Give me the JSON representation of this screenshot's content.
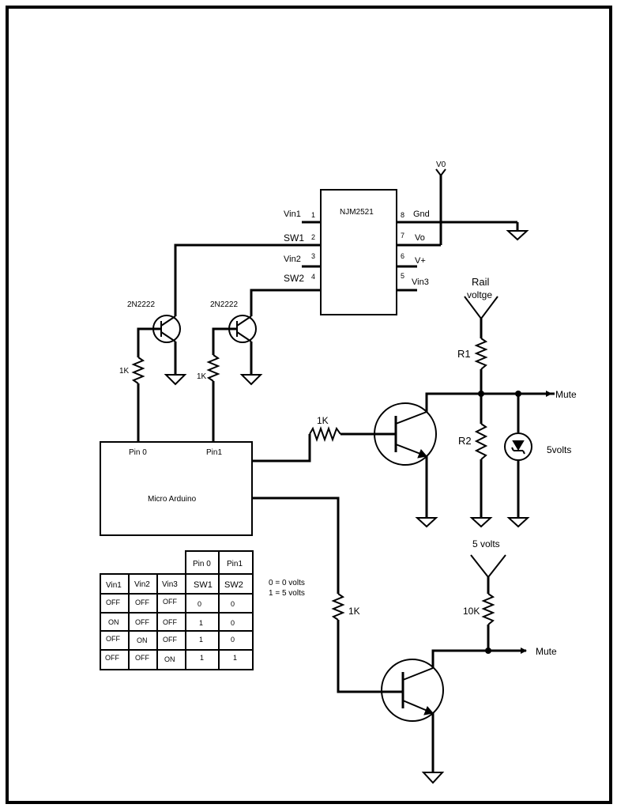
{
  "ic": {
    "name": "NJM2521",
    "pins_left": [
      {
        "num": "1",
        "label": "Vin1"
      },
      {
        "num": "2",
        "label": "SW1"
      },
      {
        "num": "3",
        "label": "Vin2"
      },
      {
        "num": "4",
        "label": "SW2"
      }
    ],
    "pins_right": [
      {
        "num": "8",
        "label": "Gnd"
      },
      {
        "num": "7",
        "label": "Vo"
      },
      {
        "num": "6",
        "label": "V+"
      },
      {
        "num": "5",
        "label": "Vin3"
      }
    ]
  },
  "labels": {
    "v0": "V0",
    "q1_type": "2N2222",
    "q2_type": "2N2222",
    "r_q1_base": "1K",
    "r_q2_base": "1K",
    "r_mid_base": "1K",
    "r_low_base": "1K",
    "rail_line1": "Rail",
    "rail_line2": "voltge",
    "r1": "R1",
    "r2": "R2",
    "zener": "5volts",
    "mute_top": "Mute",
    "mute_bottom": "Mute",
    "five_volts": "5 volts",
    "r_10k": "10K"
  },
  "arduino": {
    "name": "Micro Arduino",
    "pin0": "Pin 0",
    "pin1": "Pin1"
  },
  "truth_table": {
    "group_headers": [
      "Pin 0",
      "Pin1"
    ],
    "columns": [
      "Vin1",
      "Vin2",
      "Vin3",
      "SW1",
      "SW2"
    ],
    "rows": [
      [
        "OFF",
        "OFF",
        "OFF",
        "0",
        "0"
      ],
      [
        "ON",
        "OFF",
        "OFF",
        "1",
        "0"
      ],
      [
        "OFF",
        "ON",
        "OFF",
        "1",
        "0"
      ],
      [
        "OFF",
        "OFF",
        "ON",
        "1",
        "1"
      ]
    ],
    "legend": [
      "0 = 0 volts",
      "1 = 5 volts"
    ]
  }
}
